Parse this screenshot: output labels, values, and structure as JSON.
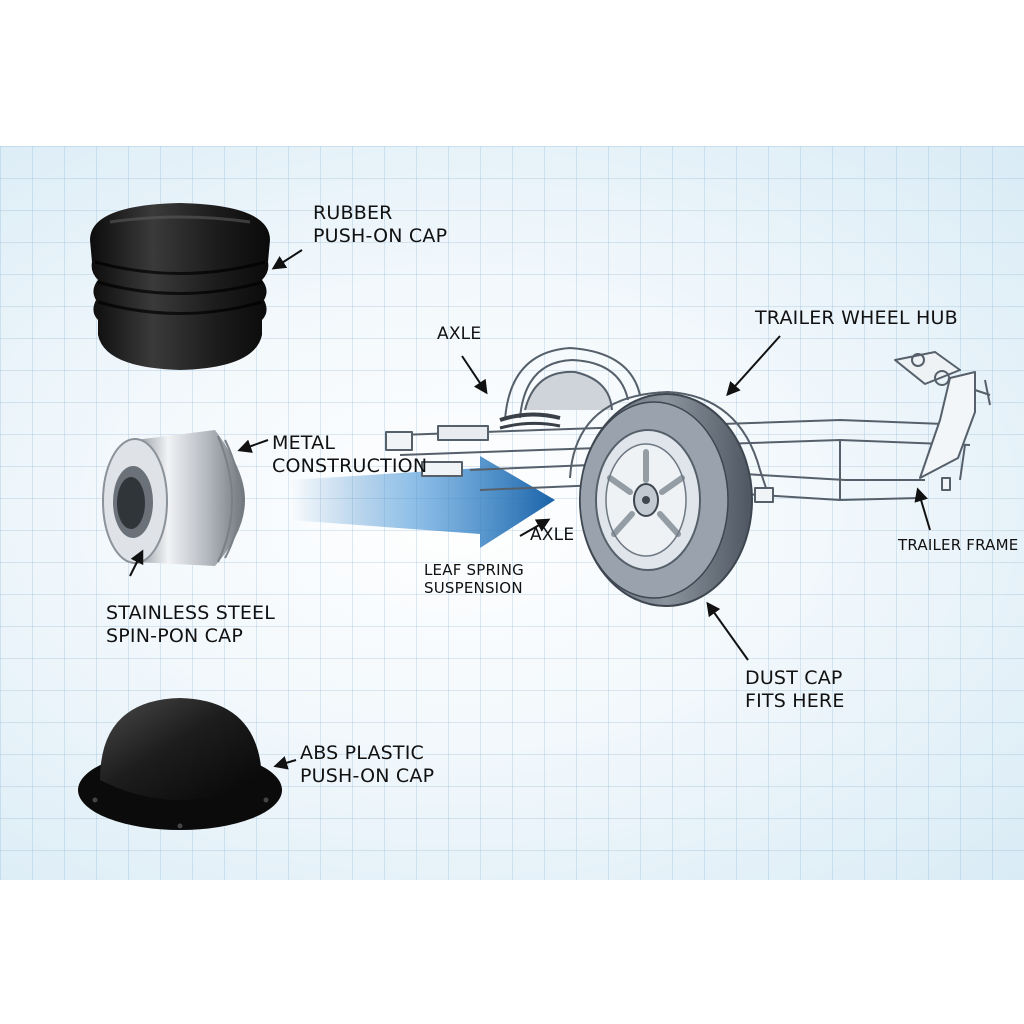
{
  "labels": {
    "rubber_cap": [
      "RUBBER",
      "PUSH-ON CAP"
    ],
    "metal_construction": [
      "METAL",
      "CONSTRUCTION"
    ],
    "stainless_cap": [
      "STAINLESS STEEL",
      "SPIN-PON CAP"
    ],
    "abs_cap": [
      "ABS PLASTIC",
      "PUSH-ON CAP"
    ],
    "axle_top": "AXLE",
    "trailer_wheel_hub": "TRAILER WHEEL HUB",
    "axle_mid": "AXLE",
    "leaf_spring": [
      "LEAF SPRING",
      "SUSPENSION"
    ],
    "trailer_frame": "TRAILER FRAME",
    "dust_cap": [
      "DUST CAP",
      "FITS HERE"
    ]
  },
  "colors": {
    "grid_line": "#9ec3dc",
    "arrow_blue": "#1f6fb5",
    "rubber_black": "#1b1b1b",
    "steel": "#c9cdd2",
    "frame_line": "#5a6470"
  }
}
